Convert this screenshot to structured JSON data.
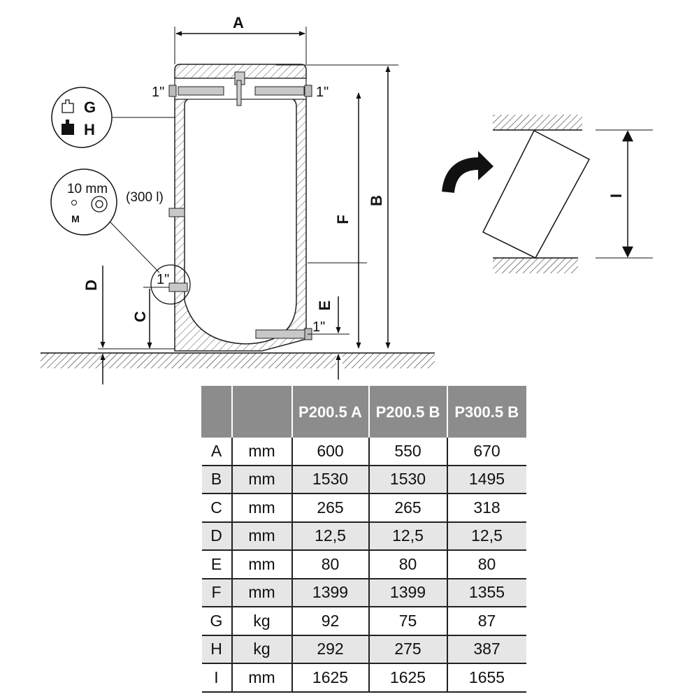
{
  "diagram": {
    "dim_labels": {
      "A": "A",
      "B": "B",
      "C": "C",
      "D": "D",
      "E": "E",
      "F": "F",
      "I": "I"
    },
    "pipe_size": "1\"",
    "weight_legend": {
      "empty": "G",
      "full": "H"
    },
    "sensor_callout": {
      "size": "10 mm",
      "mark": "M",
      "note": "(300 l)"
    }
  },
  "table": {
    "headers": [
      "",
      "",
      "P200.5 A",
      "P200.5 B",
      "P300.5 B"
    ],
    "rows": [
      [
        "A",
        "mm",
        "600",
        "550",
        "670"
      ],
      [
        "B",
        "mm",
        "1530",
        "1530",
        "1495"
      ],
      [
        "C",
        "mm",
        "265",
        "265",
        "318"
      ],
      [
        "D",
        "mm",
        "12,5",
        "12,5",
        "12,5"
      ],
      [
        "E",
        "mm",
        "80",
        "80",
        "80"
      ],
      [
        "F",
        "mm",
        "1399",
        "1399",
        "1355"
      ],
      [
        "G",
        "kg",
        "92",
        "75",
        "87"
      ],
      [
        "H",
        "kg",
        "292",
        "275",
        "387"
      ],
      [
        "I",
        "mm",
        "1625",
        "1625",
        "1655"
      ]
    ]
  }
}
